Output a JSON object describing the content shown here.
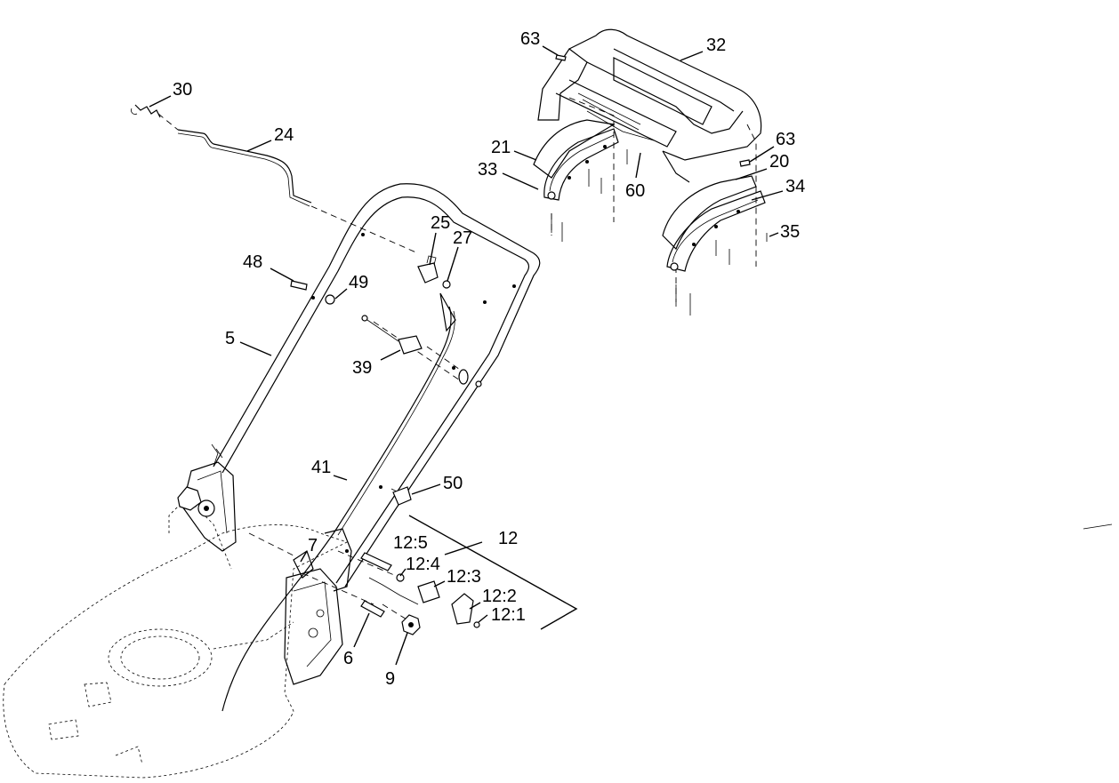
{
  "labels": {
    "p63a": "63",
    "p32": "32",
    "p30": "30",
    "p24": "24",
    "p21": "21",
    "p33": "33",
    "p60": "60",
    "p63b": "63",
    "p20": "20",
    "p34": "34",
    "p35": "35",
    "p25": "25",
    "p27": "27",
    "p48": "48",
    "p49": "49",
    "p5": "5",
    "p39": "39",
    "p41": "41",
    "p50": "50",
    "p12": "12",
    "p7": "7",
    "p12_5": "12:5",
    "p12_4": "12:4",
    "p12_3": "12:3",
    "p12_2": "12:2",
    "p12_1": "12:1",
    "p6": "6",
    "p9": "9"
  }
}
